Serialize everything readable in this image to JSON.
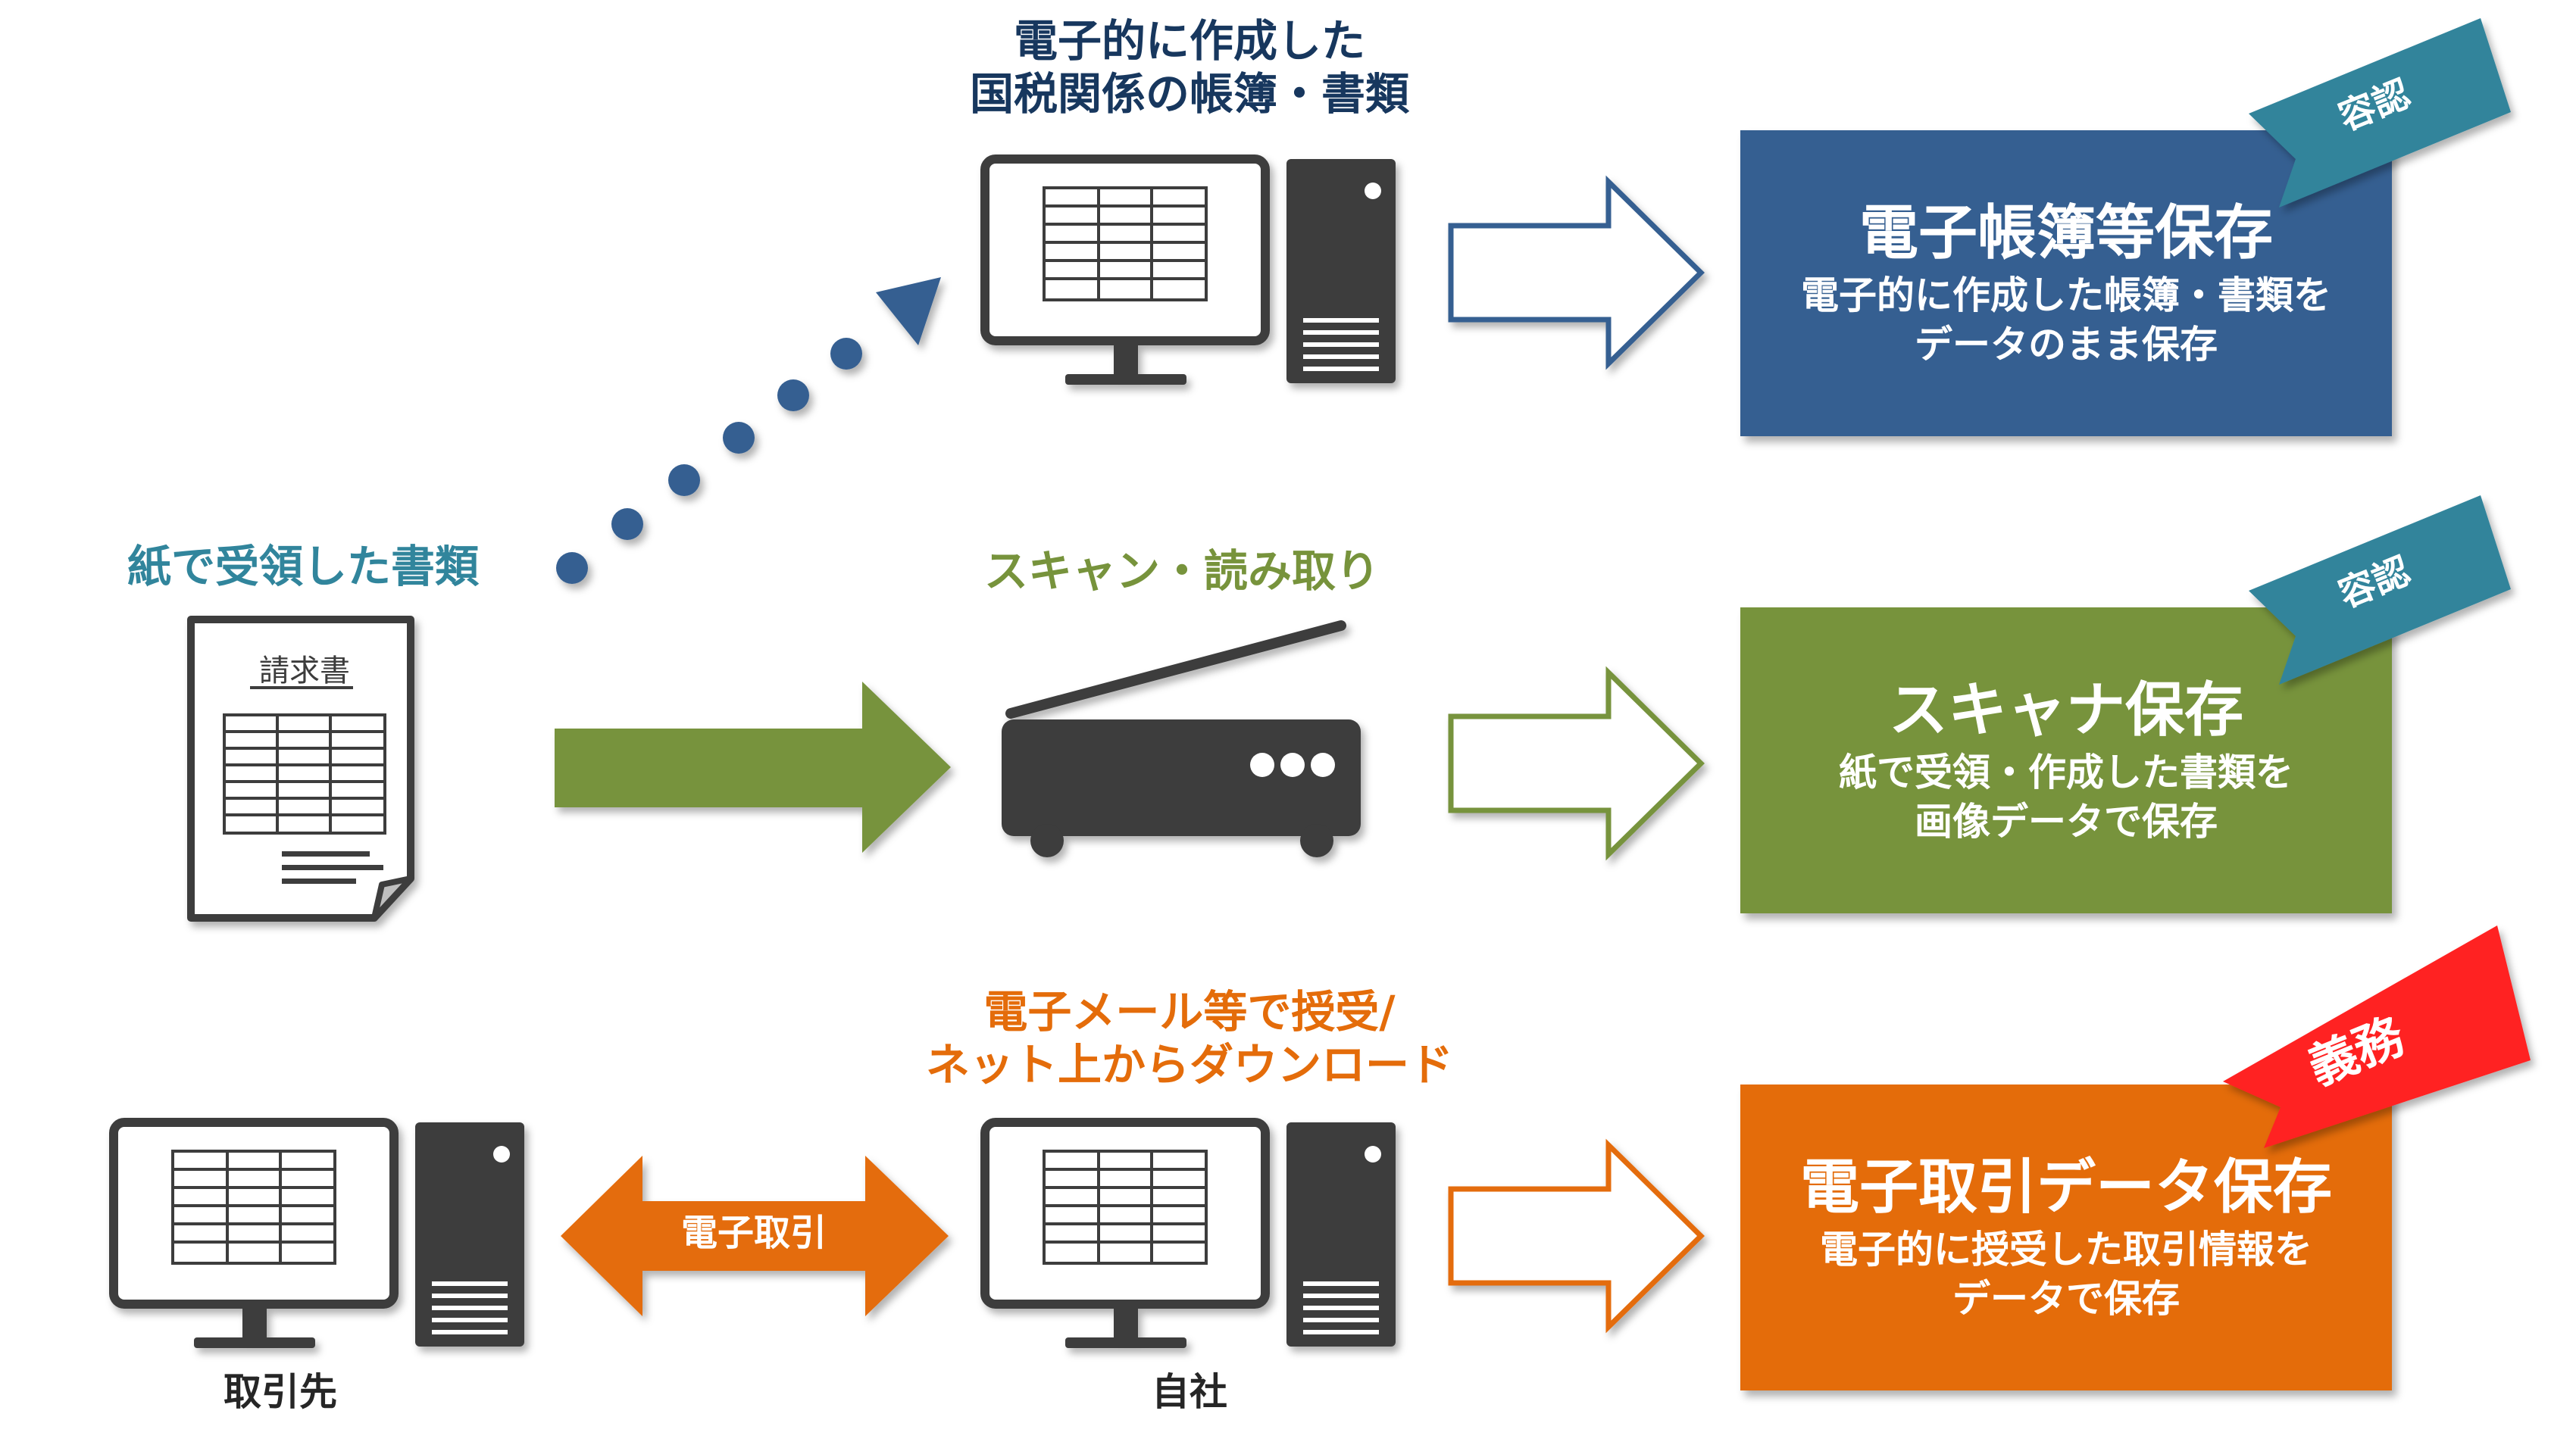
{
  "source_label": "紙で受領した書類",
  "invoice_title": "請求書",
  "top": {
    "label_line1": "電子的に作成した",
    "label_line2": "国税関係の帳簿・書類",
    "badge": "容認",
    "title": "電子帳簿等保存",
    "desc_line1": "電子的に作成した帳簿・書類を",
    "desc_line2": "データのまま保存",
    "color": "#355F91"
  },
  "middle": {
    "label": "スキャン・読み取り",
    "badge": "容認",
    "title": "スキャナ保存",
    "desc_line1": "紙で受領・作成した書類を",
    "desc_line2": "画像データで保存",
    "color": "#77933C"
  },
  "bottom": {
    "label_line1": "電子メール等で授受/",
    "label_line2": "ネット上からダウンロード",
    "exchange_label": "電子取引",
    "partner_label": "取引先",
    "self_label": "自社",
    "badge": "義務",
    "title": "電子取引データ保存",
    "desc_line1": "電子的に授受した取引情報を",
    "desc_line2": "データで保存",
    "color": "#E46C0A"
  },
  "colors": {
    "label_blue": "#17375E",
    "label_teal": "#31859C",
    "label_green": "#77933C",
    "label_orange": "#E46C0A",
    "badge_teal": "#31849B",
    "badge_red": "#FF2020",
    "device_dark": "#3C3C3C"
  }
}
